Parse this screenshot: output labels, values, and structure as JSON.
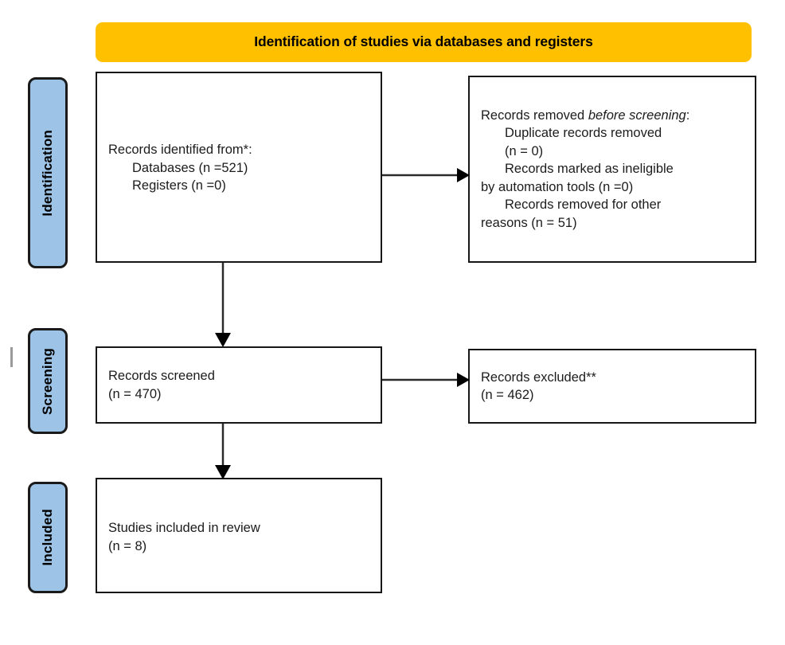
{
  "diagram": {
    "title": "Identification of studies via databases and registers",
    "colors": {
      "banner": "#FFC000",
      "stage_pill": "#9DC3E6",
      "box_border": "#171717",
      "text": "#1c1c1c"
    }
  },
  "stages": [
    {
      "key": "identification",
      "label": "Identification"
    },
    {
      "key": "screening",
      "label": "Screening"
    },
    {
      "key": "included",
      "label": "Included"
    }
  ],
  "boxes": {
    "identified": {
      "name": "Records identified",
      "lines": [
        "Records identified from*:",
        "Databases (n =521)",
        "Registers (n =0)"
      ]
    },
    "removed": {
      "name": "Records removed before screening",
      "heading_prefix": "Records removed ",
      "heading_italic": "before screening",
      "heading_suffix": ":",
      "lines": [
        "Duplicate records removed",
        "(n = 0)",
        "Records marked as ineligible",
        "by automation tools (n =0)",
        "Records removed for other",
        "reasons (n = 51)"
      ]
    },
    "screened": {
      "name": "Records screened",
      "lines": [
        "Records screened",
        "(n = 470)"
      ]
    },
    "excluded": {
      "name": "Records excluded",
      "lines": [
        "Records excluded**",
        "(n = 462)"
      ]
    },
    "included": {
      "name": "Studies included in review",
      "lines": [
        "Studies included in review",
        "(n = 8)"
      ]
    }
  },
  "counts": {
    "databases": 521,
    "registers": 0,
    "duplicates_removed": 0,
    "ineligible_automation": 0,
    "removed_other_reasons": 51,
    "records_screened": 470,
    "records_excluded": 462,
    "studies_included": 8
  },
  "connectors": [
    {
      "name": "identified-to-removed",
      "direction": "right"
    },
    {
      "name": "identified-to-screened",
      "direction": "down"
    },
    {
      "name": "screened-to-excluded",
      "direction": "right"
    },
    {
      "name": "screened-to-included",
      "direction": "down"
    }
  ]
}
